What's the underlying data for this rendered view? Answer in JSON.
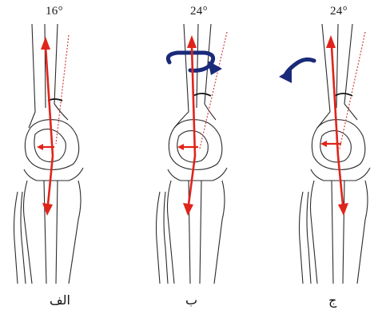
{
  "panels": [
    {
      "id": "alef",
      "angle_label": "16°",
      "caption": "الف",
      "rotation": "none"
    },
    {
      "id": "be",
      "angle_label": "24°",
      "caption": "ب",
      "rotation": "clockwise"
    },
    {
      "id": "jim",
      "angle_label": "24°",
      "caption": "ج",
      "rotation": "counter-clockwise"
    }
  ],
  "colors": {
    "bone_outline": "#2b2b2b",
    "force_arrow": "#e0241b",
    "rotation_arrow": "#1a2a7a",
    "reference_line": "#d04040",
    "angle_arc": "#111111"
  }
}
